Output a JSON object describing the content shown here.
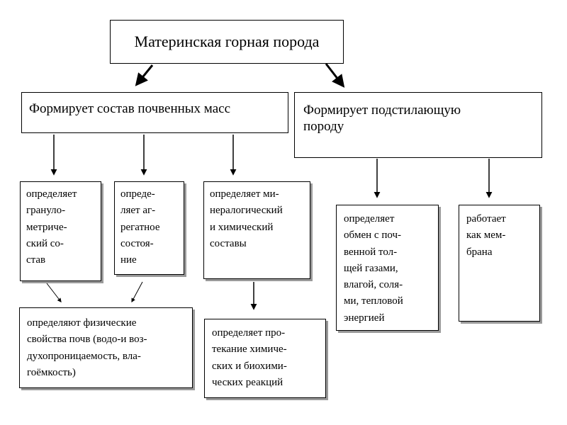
{
  "diagram": {
    "root": "Материнская горная порода",
    "left_branch": "Формирует состав почвенных масс",
    "right_branch": "Формирует подстилающую\n породу",
    "granulo": "определяет\nгрануло-\nметриче-\nский со-\nстав",
    "aggregate": "опреде-\nляет аг-\nрегатное\nсостоя-\nние",
    "mineral": "определяет ми-\nнералогический\nи химический\nсоставы",
    "exchange": "определяет\nобмен с поч-\nвенной тол-\nщей газами,\nвлагой, соля-\nми, тепловой\nэнергией",
    "membrane": "работает\nкак мем-\nбрана",
    "physical": "определяют физические\nсвойства почв (водо-и воз-\nдухопроницаемость, вла-\nгоёмкость)",
    "chemical": "определяет про-\nтекание химиче-\nских и биохими-\nческих реакций"
  },
  "colors": {
    "line": "#000000",
    "shadow": "#9a9a9a",
    "background": "#ffffff"
  }
}
